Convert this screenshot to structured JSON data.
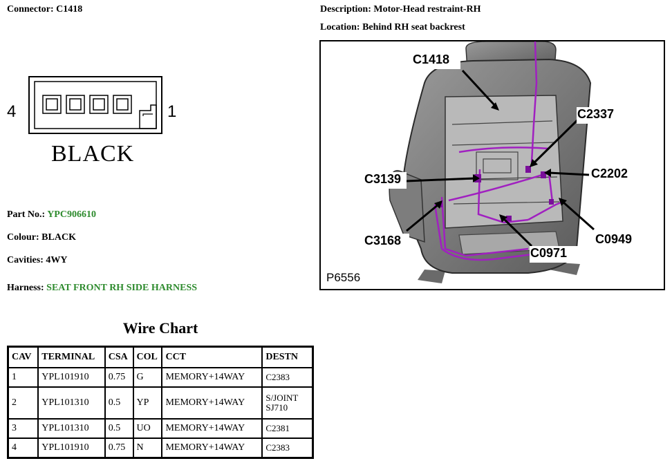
{
  "connector": {
    "label": "Connector:",
    "id": "C1418",
    "pin_left": "4",
    "pin_right": "1",
    "colour_text": "BLACK"
  },
  "description": {
    "label": "Description:",
    "value": "Motor-Head restraint-RH"
  },
  "location": {
    "label": "Location:",
    "value": "Behind RH seat backrest"
  },
  "part_no": {
    "label": "Part No.:",
    "value": "YPC906610"
  },
  "colour": {
    "label": "Colour:",
    "value": "BLACK"
  },
  "cavities": {
    "label": "Cavities:",
    "value": "4WY"
  },
  "harness": {
    "label": "Harness:",
    "value": "SEAT FRONT RH SIDE HARNESS"
  },
  "colors": {
    "link_green": "#2e8b2e",
    "harness_purple": "#a020c0"
  },
  "figure": {
    "code": "P6556",
    "callouts": [
      "C1418",
      "C2337",
      "C2202",
      "C3139",
      "C3168",
      "C0971",
      "C0949"
    ]
  },
  "wire_chart": {
    "title": "Wire Chart",
    "headers": [
      "CAV",
      "TERMINAL",
      "CSA",
      "COL",
      "CCT",
      "DESTN"
    ],
    "rows": [
      [
        "1",
        "YPL101910",
        "0.75",
        "G",
        "MEMORY+14WAY",
        "C2383"
      ],
      [
        "2",
        "YPL101310",
        "0.5",
        "YP",
        "MEMORY+14WAY",
        "S/JOINT SJ710"
      ],
      [
        "3",
        "YPL101310",
        "0.5",
        "UO",
        "MEMORY+14WAY",
        "C2381"
      ],
      [
        "4",
        "YPL101910",
        "0.75",
        "N",
        "MEMORY+14WAY",
        "C2383"
      ]
    ]
  }
}
